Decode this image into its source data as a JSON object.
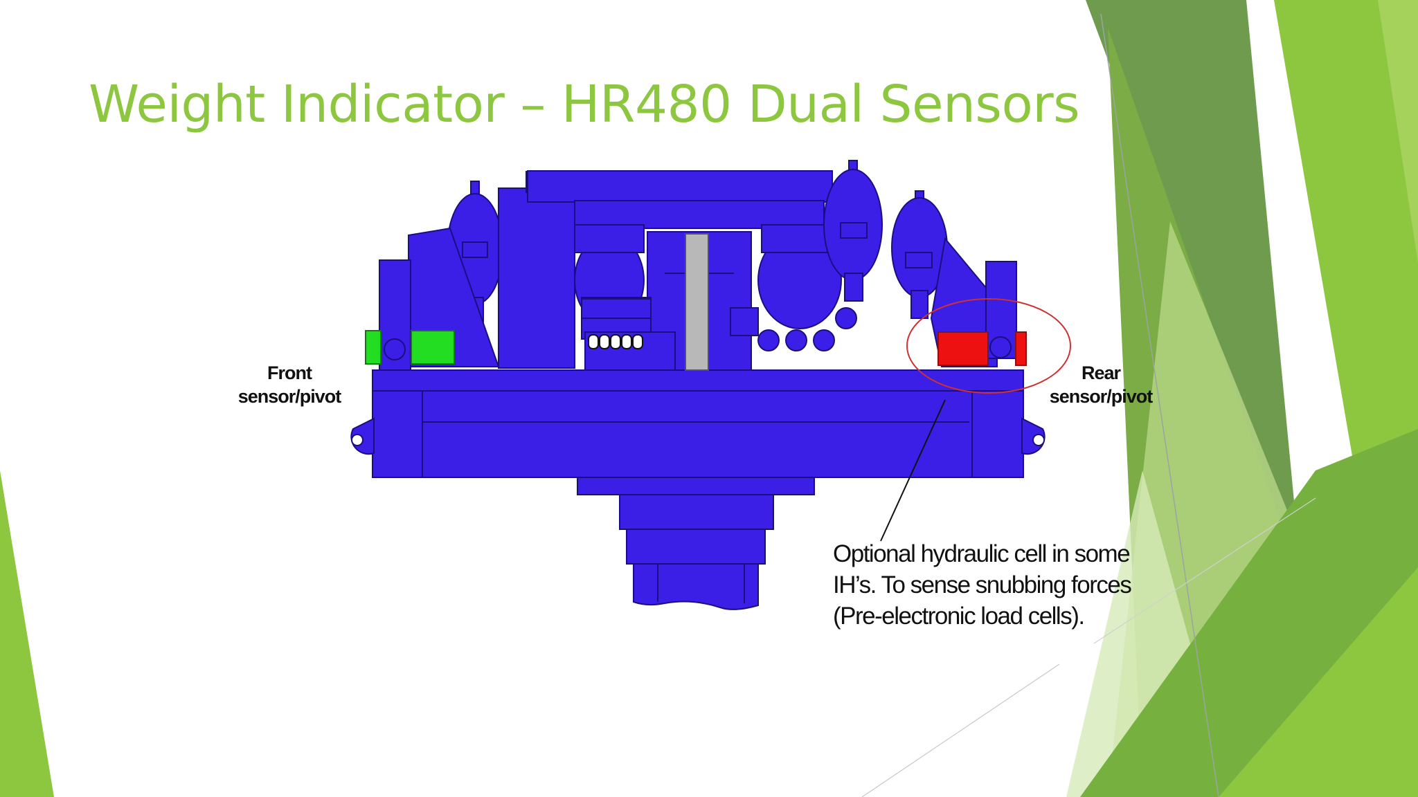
{
  "slide": {
    "title": "Weight Indicator – HR480 Dual Sensors",
    "front_label": [
      "Front",
      "sensor/pivot"
    ],
    "rear_label": [
      "Rear",
      "sensor/pivot"
    ],
    "note_lines": [
      "Optional hydraulic cell in some",
      "IH’s. To sense snubbing forces",
      "(Pre-electronic load cells)."
    ]
  },
  "colors": {
    "title": "#8dc63f",
    "machine": "#3b1fe6",
    "front_sensor": "#22dd22",
    "rear_sensor": "#ee1111",
    "highlight_ellipse": "#d03030"
  }
}
